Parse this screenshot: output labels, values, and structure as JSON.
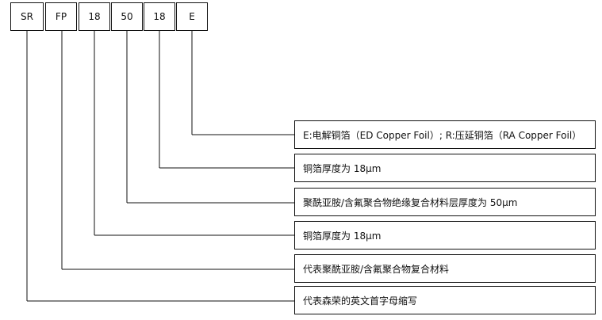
{
  "code_segments": [
    {
      "label": "SR"
    },
    {
      "label": "FP"
    },
    {
      "label": "18"
    },
    {
      "label": "50"
    },
    {
      "label": "18"
    },
    {
      "label": "E"
    }
  ],
  "descriptions": [
    {
      "text": "E:电解铜箔（ED Copper Foil）; R:压延铜箔（RA Copper Foil）"
    },
    {
      "text": "铜箔厚度为 18μm"
    },
    {
      "text": "聚酰亚胺/含氟聚合物绝缘复合材料层厚度为 50μm"
    },
    {
      "text": "铜箔厚度为 18μm"
    },
    {
      "text": "代表聚酰亚胺/含氟聚合物复合材料"
    },
    {
      "text": "代表森荣的英文首字母缩写"
    }
  ]
}
